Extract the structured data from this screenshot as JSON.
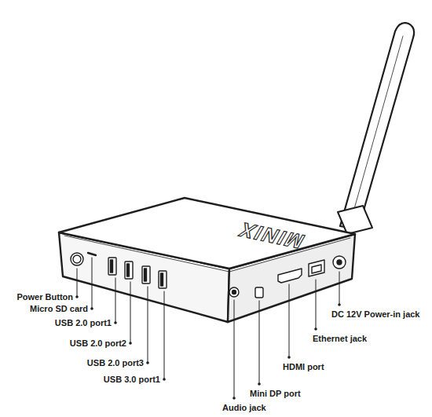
{
  "diagram": {
    "labels": [
      "MINIX",
      "Power Button",
      "Micro SD card",
      "USB 2.0 port1",
      "USB 2.0 port2",
      "USB 2.0 port3",
      "USB 3.0 port1",
      "Audio jack",
      "Mini DP port",
      "HDMI port",
      "Ethernet jack",
      "DC 12V Power-in jack"
    ]
  }
}
